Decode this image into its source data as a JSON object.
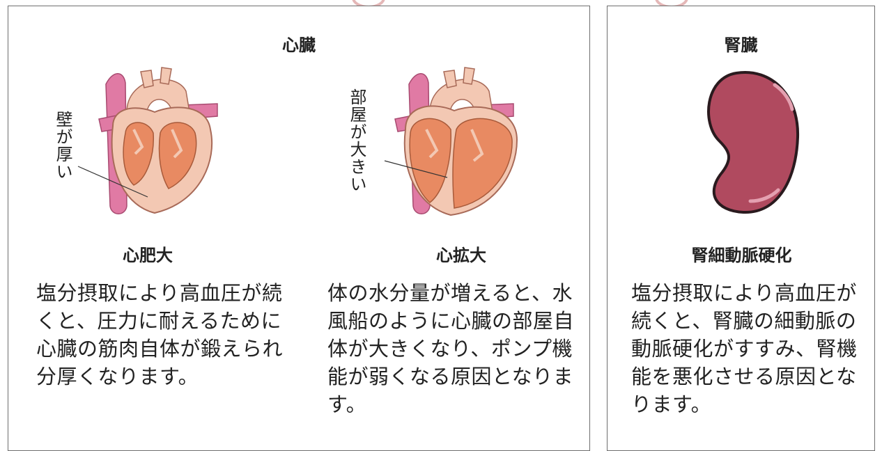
{
  "heart_panel": {
    "title": "心臓",
    "left": {
      "label": "壁が厚い",
      "name": "心肥大",
      "description": "塩分摂取により高血圧が続くと、圧力に耐えるために心臓の筋肉自体が鍛えられ分厚くなります。"
    },
    "right": {
      "label": "部屋が大きい",
      "name": "心拡大",
      "description": "体の水分量が増えると、水風船のように心臓の部屋自体が大きくなり、ポンプ機能が弱くなる原因となります。"
    }
  },
  "kidney_panel": {
    "title": "腎臓",
    "name": "腎細動脈硬化",
    "description": "塩分摂取により高血圧が続くと、腎臓の細動脈の動脈硬化がすすみ、腎機能を悪化させる原因となります。"
  },
  "colors": {
    "vessel_pink": "#e07aa4",
    "heart_wall": "#f3c8b3",
    "chamber": "#e88a62",
    "kidney": "#b04a5f",
    "border": "#6e6e6e"
  }
}
